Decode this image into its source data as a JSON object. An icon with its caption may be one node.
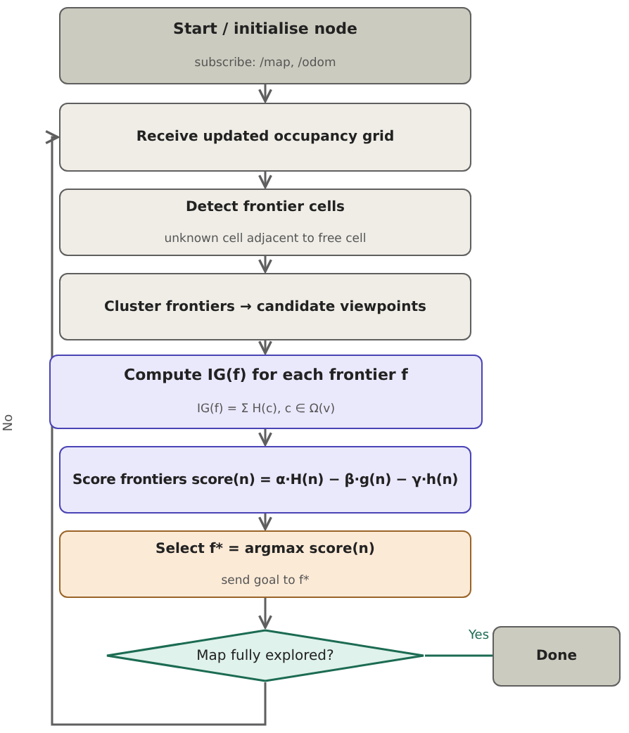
{
  "diagram": {
    "nodes": [
      {
        "text": [
          "Start / initialise node",
          "subscribe: /map, /odom"
        ]
      },
      {
        "text": [
          "Receive updated occupancy grid"
        ]
      },
      {
        "text": [
          "Detect frontier cells",
          "unknown cell adjacent to free cell"
        ]
      },
      {
        "text": [
          "Cluster frontiers → candidate viewpoints"
        ]
      },
      {
        "text": [
          "Compute IG(f) for each frontier f",
          "IG(f) = Σ H(c),  c ∈ Ω(v)"
        ]
      },
      {
        "text": [
          "Score frontiers  score(n) = α·H(n) − β·g(n) − γ·h(n)"
        ]
      },
      {
        "text": [
          "Select f* = argmax score(n)",
          "send goal to f*"
        ]
      },
      {
        "text": [
          "Map fully explored?"
        ]
      },
      {
        "text": [
          "Done"
        ]
      }
    ],
    "edges": [
      {
        "from": 0,
        "to": 1,
        "arrow": "to"
      },
      {
        "from": 1,
        "to": 2,
        "arrow": "to"
      },
      {
        "from": 2,
        "to": 3,
        "arrow": "to"
      },
      {
        "from": 3,
        "to": 4,
        "arrow": "to"
      },
      {
        "from": 4,
        "to": 5,
        "arrow": "to"
      },
      {
        "from": 5,
        "to": 6,
        "arrow": "to"
      },
      {
        "from": 6,
        "to": 7,
        "arrow": "to"
      },
      {
        "from": 7,
        "to": 8,
        "arrow": "none",
        "label": "Yes",
        "color": "#1b6b52"
      },
      {
        "from": 7,
        "to": 1,
        "arrow": "to",
        "label": "No"
      }
    ]
  }
}
